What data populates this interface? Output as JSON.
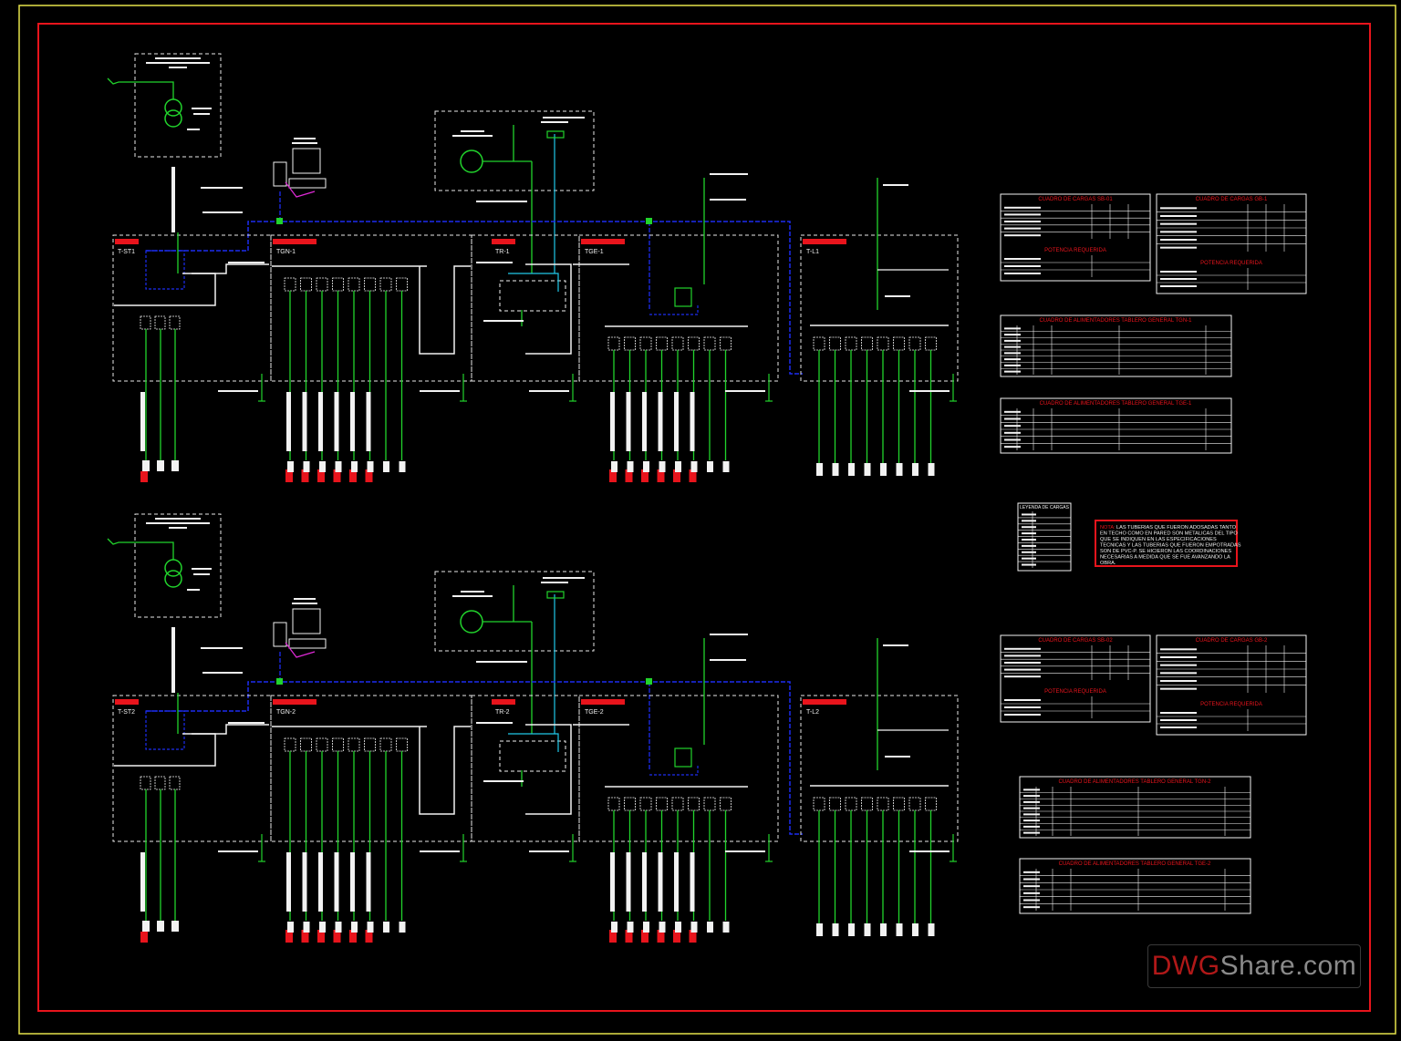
{
  "drawing": {
    "colors": {
      "background": "#000000",
      "outer_frame": "#e6e24a",
      "inner_frame": "#e8141c",
      "feeder_green": "#21d32c",
      "control_blue": "#1c2cf0",
      "cyan": "#20c8e8",
      "magenta": "#e02ad8",
      "panel_dash": "#e8e8e8",
      "label_red": "#e8141c",
      "white": "#f2f2f2"
    },
    "upper": {
      "boards": [
        "T-ST1",
        "TGN-1",
        "TR-1",
        "TGE-1",
        "T-L1"
      ]
    },
    "lower": {
      "boards": [
        "T-ST2",
        "TGN-2",
        "TR-2",
        "TGE-2",
        "T-L2"
      ]
    },
    "tables": {
      "sb1": {
        "title": "CUADRO DE CARGAS SB-01",
        "sub": "POTENCIA REQUERIDA"
      },
      "gb1": {
        "title": "CUADRO DE CARGAS GB-1",
        "sub": "POTENCIA REQUERIDA"
      },
      "tgn1": {
        "title": "CUADRO DE ALIMENTADORES TABLERO GENERAL TGN-1"
      },
      "tge1": {
        "title": "CUADRO DE ALIMENTADORES TABLERO GENERAL TGE-1"
      },
      "sb2": {
        "title": "CUADRO DE CARGAS SB-02",
        "sub": "POTENCIA REQUERIDA"
      },
      "gb2": {
        "title": "CUADRO DE CARGAS GB-2",
        "sub": "POTENCIA REQUERIDA"
      },
      "tgn2": {
        "title": "CUADRO DE ALIMENTADORES TABLERO GENERAL TGN-2"
      },
      "tge2": {
        "title": "CUADRO DE ALIMENTADORES TABLERO GENERAL TGE-2"
      }
    },
    "legend": {
      "title": "LEYENDA DE CARGAS"
    },
    "note": {
      "label": "NOTA:",
      "lines": [
        "LAS TUBERIAS QUE FUERON ADOSADAS TANTO",
        "EN TECHO COMO EN PARED SON METALICAS DEL TIPO",
        "QUE SE INDIQUEN EN LAS ESPECIFICACIONES",
        "TECNICAS Y LAS TUBERIAS QUE FUERON EMPOTRADAS",
        "SON DE PVC-P. SE HICIERON LAS COORDINACIONES",
        "NECESARIAS A MEDIDA QUE SE FUE AVANZANDO LA",
        "OBRA."
      ]
    }
  },
  "watermark": {
    "part1": "DWG",
    "part2": "Share.com"
  }
}
